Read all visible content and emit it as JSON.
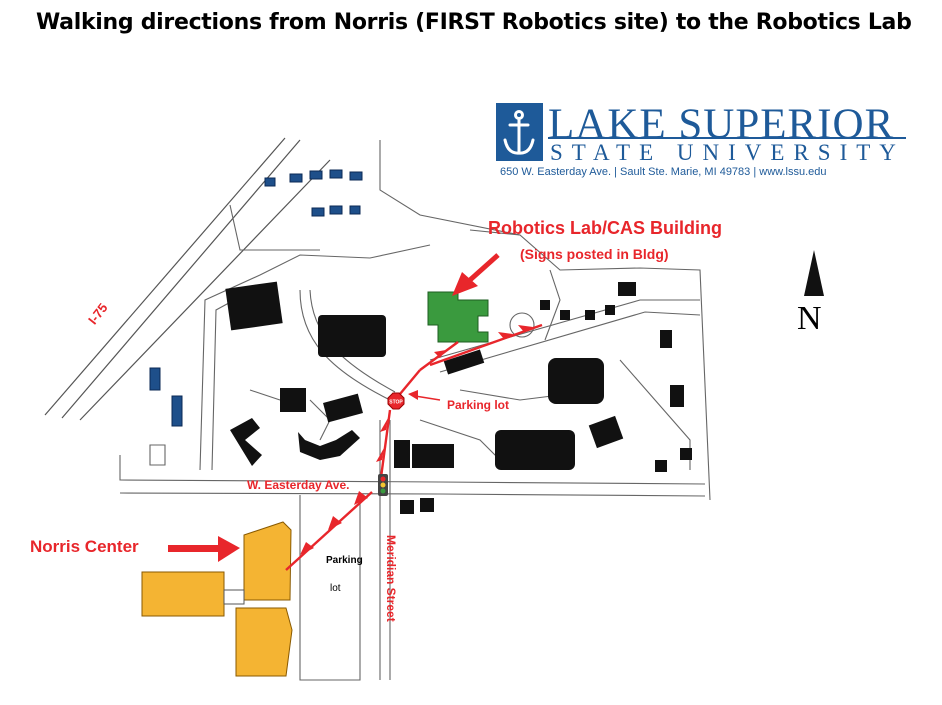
{
  "title": "Walking directions from Norris (FIRST Robotics site) to the Robotics Lab",
  "logo": {
    "name": "LAKE SUPERIOR",
    "sub": "STATE UNIVERSITY",
    "address": "650 W. Easterday Ave. | Sault Ste. Marie, MI 49783 | www.lssu.edu"
  },
  "labels": {
    "robotics_lab": "Robotics Lab/CAS Building",
    "signs": "(Signs posted in Bldg)",
    "parking_lot_north": "Parking lot",
    "easterday": "W. Easterday Ave.",
    "norris": "Norris Center",
    "parking_south_1": "Parking",
    "parking_south_2": "lot",
    "meridian": "Meridian Street",
    "i75": "I-75",
    "north": "N",
    "stop_sign": "STOP"
  },
  "colors": {
    "route": "#e8262b",
    "destination_building": "#3a9a3e",
    "origin_building": "#f4b433",
    "logo_blue": "#1e5a99",
    "building": "#111111",
    "road_outline": "#555555"
  },
  "icons": [
    "anchor-icon",
    "north-arrow-icon",
    "stop-sign-icon",
    "traffic-light-icon"
  ]
}
